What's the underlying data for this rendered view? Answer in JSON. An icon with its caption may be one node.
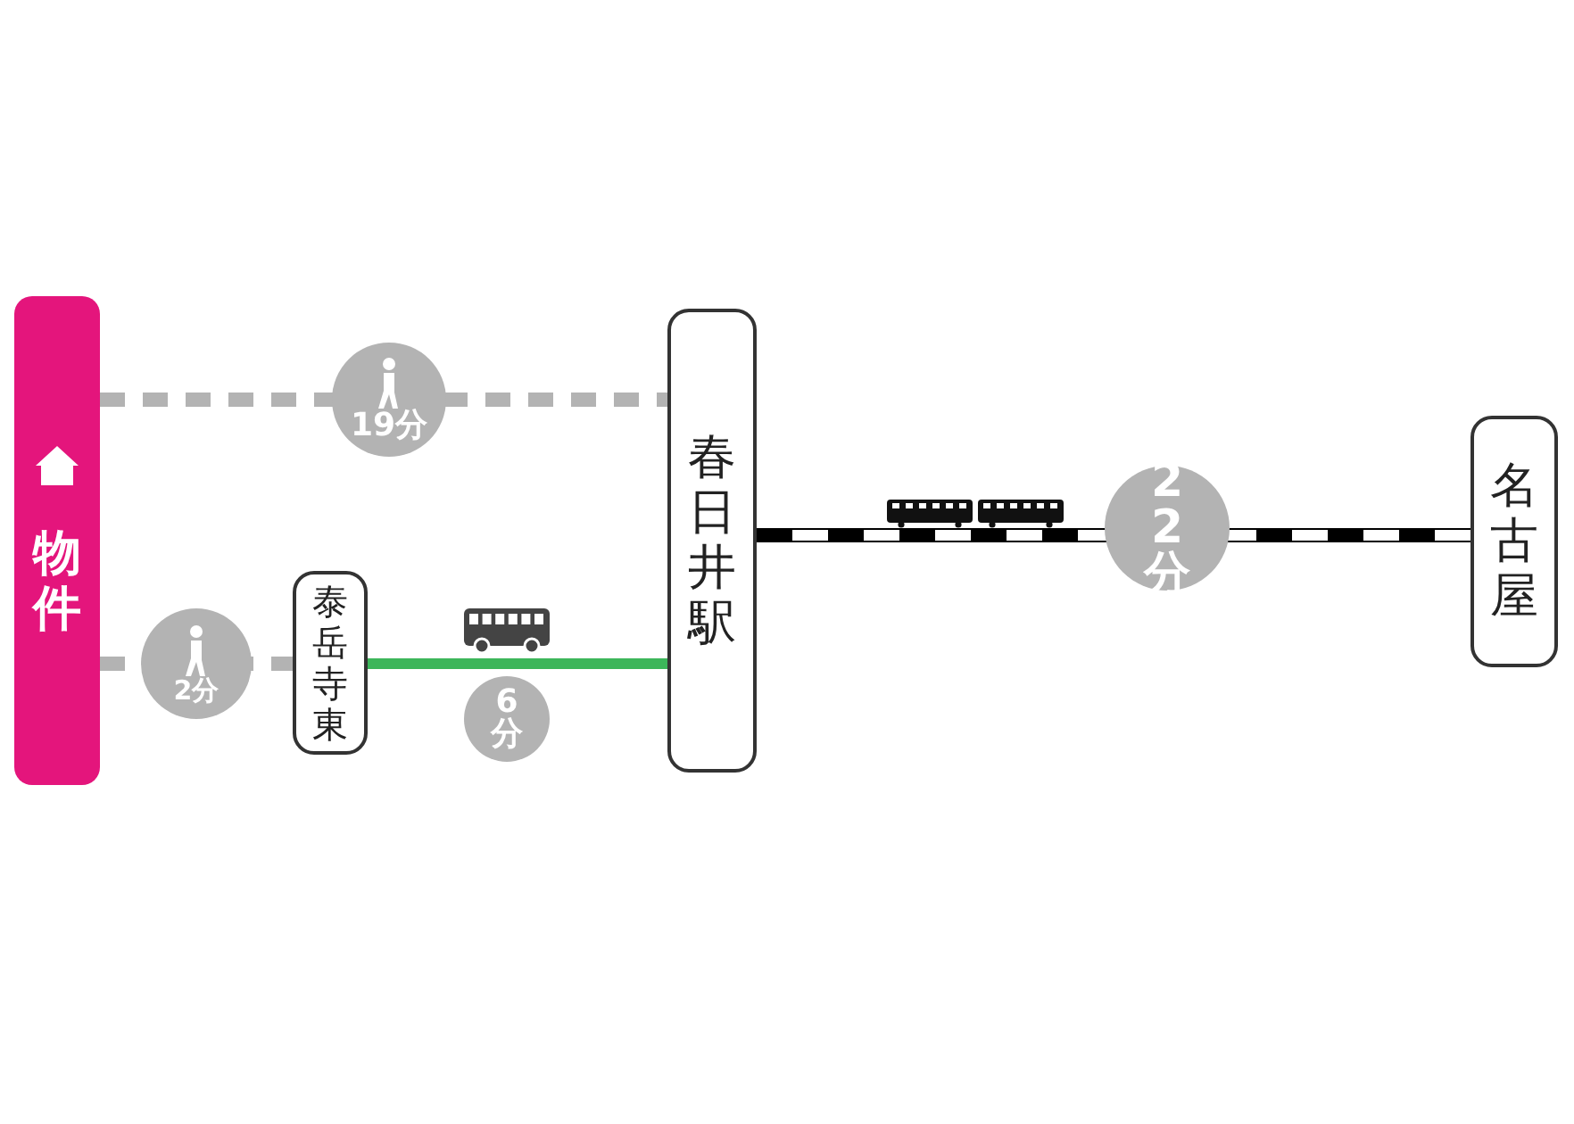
{
  "diagram": {
    "nodes": [
      {
        "text": [
          "物件"
        ]
      },
      {
        "text": [
          "泰岳寺東"
        ]
      },
      {
        "text": [
          "春日井駅"
        ]
      },
      {
        "text": [
          "名古屋"
        ]
      }
    ],
    "edges": [
      {
        "from": 0,
        "to": 2,
        "arrow": "none",
        "style": "dashed",
        "color": "#b3b3b3",
        "label": "19分"
      },
      {
        "from": 0,
        "to": 1,
        "arrow": "none",
        "style": "dashed",
        "color": "#b3b3b3",
        "label": "2分"
      },
      {
        "from": 1,
        "to": 2,
        "arrow": "none",
        "color": "#3cb65a",
        "label": "6分"
      },
      {
        "from": 2,
        "to": 3,
        "arrow": "none",
        "style": "dashed",
        "color": "#000000",
        "label": "22分"
      }
    ]
  }
}
